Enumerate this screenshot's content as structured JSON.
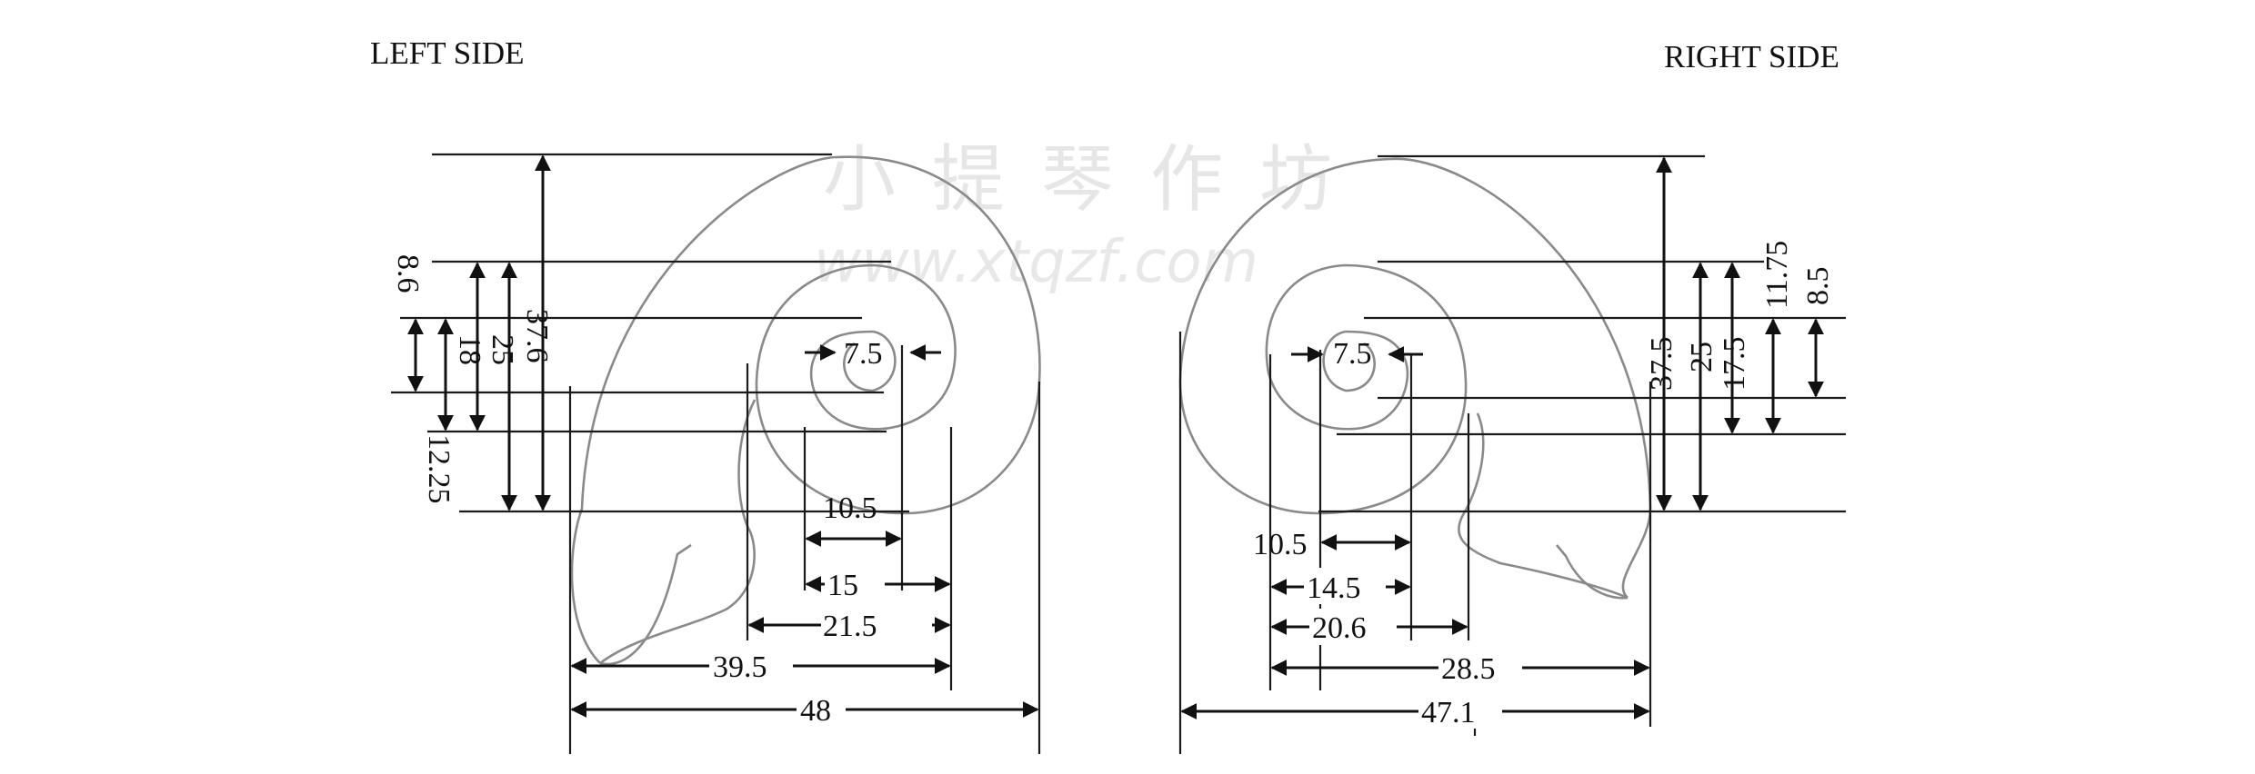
{
  "titles": {
    "left": "LEFT SIDE",
    "right": "RIGHT SIDE"
  },
  "watermark": {
    "chinese": "小提琴作坊",
    "url": "www.xtqzf.com"
  },
  "left": {
    "vertical": {
      "d8_6": "8.6",
      "d18": "18",
      "d25": "25",
      "d37_6": "37.6",
      "d12_25": "12.25"
    },
    "eye": "7.5",
    "horizontal": {
      "d10_5": "10.5",
      "d15": "15",
      "d21_5": "21.5",
      "d39_5": "39.5",
      "d48": "48"
    }
  },
  "right": {
    "vertical": {
      "d11_75": "11.75",
      "d8_5": "8.5",
      "d37_5": "37.5",
      "d25": "25",
      "d17_5": "17.5"
    },
    "eye": "7.5",
    "horizontal": {
      "d10_5": "10.5",
      "d14_5": "14.5",
      "d20_6": "20.6",
      "d28_5": "28.5",
      "d47_1": "47.1"
    }
  },
  "colors": {
    "ink": "#111111",
    "curve": "#8a8a8a",
    "watermark": "#e6e6e6"
  }
}
